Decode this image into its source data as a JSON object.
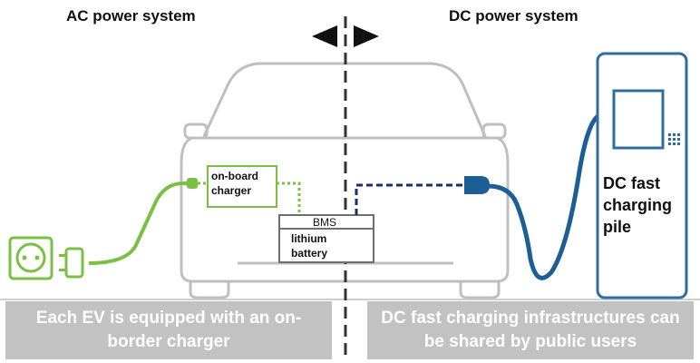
{
  "headings": {
    "ac": "AC power system",
    "dc": "DC power system"
  },
  "labels": {
    "onboard_charger": "on-board charger",
    "bms": "BMS",
    "battery": "lithium battery",
    "dc_pile": "DC fast charging pile"
  },
  "captions": {
    "left": "Each EV is equipped with an on-border charger",
    "right": "DC fast charging infrastructures can be shared by public users"
  },
  "colors": {
    "ac_cable": "#7ac143",
    "dc_cable": "#1c5f94",
    "dc_wire": "#1b2f6b",
    "pile_border": "#2e6da4",
    "car_outline": "#bfbfbf",
    "caption_bg": "#c2c2c2"
  },
  "icons": [
    "wall-socket-icon",
    "plug-icon",
    "arrow-left-icon",
    "arrow-right-icon"
  ]
}
